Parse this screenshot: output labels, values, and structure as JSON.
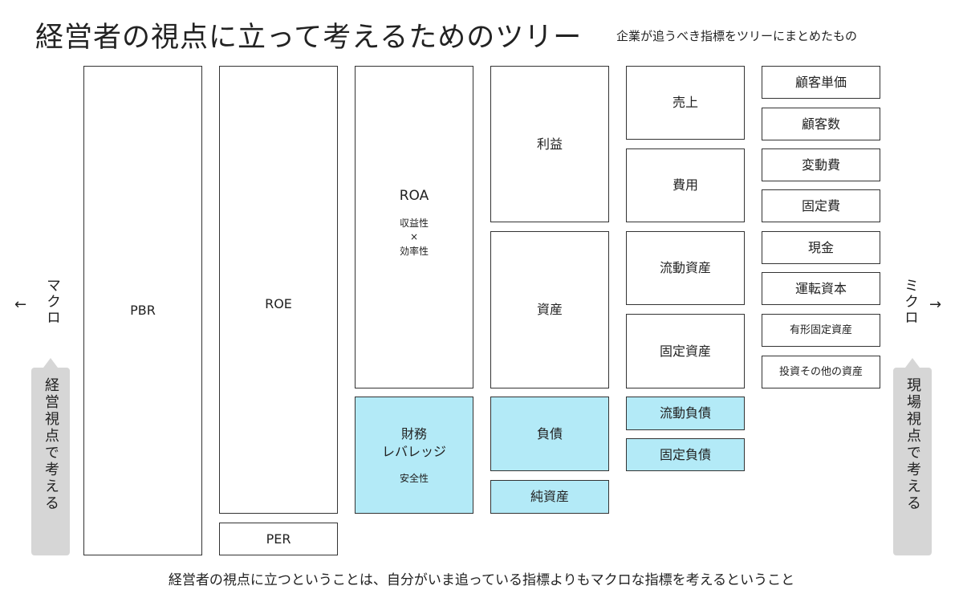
{
  "title": "経営者の視点に立って考えるためのツリー",
  "subtitle": "企業が追うべき指標をツリーにまとめたもの",
  "left": {
    "arrow": "←",
    "label": "マクロ",
    "callout": "経営視点で考える"
  },
  "right": {
    "arrow": "→",
    "label": "ミクロ",
    "callout": "現場視点で考える"
  },
  "col1": {
    "pbr": "PBR"
  },
  "col2": {
    "roe": "ROE",
    "per": "PER"
  },
  "col3": {
    "roa": "ROA",
    "roa_sub1": "収益性",
    "roa_sub2": "×",
    "roa_sub3": "効率性",
    "lev1": "財務",
    "lev2": "レバレッジ",
    "lev_sub": "安全性"
  },
  "col4": {
    "profit": "利益",
    "assets": "資産",
    "liabilities": "負債",
    "net_assets": "純資産"
  },
  "col5": {
    "sales": "売上",
    "costs": "費用",
    "current_assets": "流動資産",
    "fixed_assets": "固定資産",
    "current_liabilities": "流動負債",
    "fixed_liabilities": "固定負債"
  },
  "col6": {
    "unit_price": "顧客単価",
    "customers": "顧客数",
    "variable_cost": "変動費",
    "fixed_cost": "固定費",
    "cash": "現金",
    "working_capital": "運転資本",
    "tangible_assets": "有形固定資産",
    "investments": "投資その他の資産"
  },
  "colors": {
    "liability_fill": "#b3eaf7",
    "callout_fill": "#d6d6d6",
    "border": "#333333"
  },
  "footer": "経営者の視点に立つということは、自分がいま追っている指標よりもマクロな指標を考えるということ"
}
